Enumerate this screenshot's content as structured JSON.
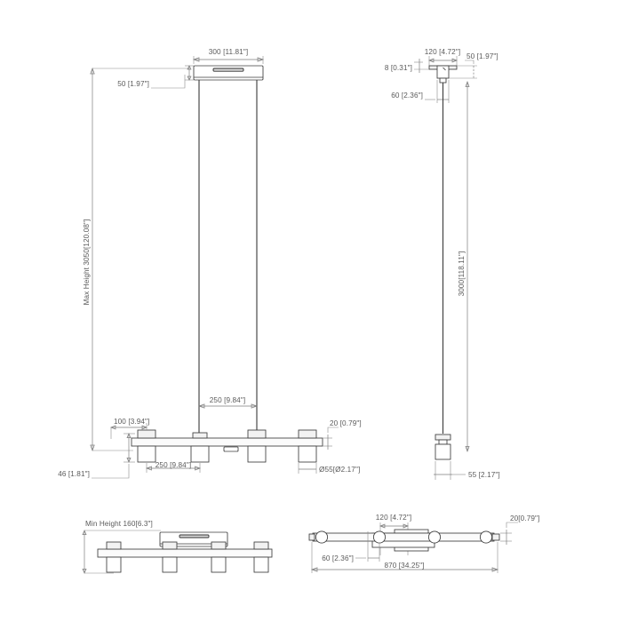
{
  "document": {
    "type": "technical-specification-drawing",
    "subject": "Linear suspension pendant light fixture",
    "background_color": "#ffffff",
    "line_color": "#3c3c3c",
    "dimension_color": "#5a5a5a",
    "views": [
      {
        "id": "front-elevation-max",
        "label": ""
      },
      {
        "id": "side-elevation-max",
        "label": ""
      },
      {
        "id": "front-elevation-min",
        "label": ""
      },
      {
        "id": "plan-view",
        "label": ""
      }
    ]
  },
  "dimensions": {
    "front_elevation": {
      "canopy_width": "300 [11.81\"]",
      "canopy_height": "50 [1.97\"]",
      "max_height": "Max Height 3050[120.08\"]",
      "rod_spacing": "250 [9.84\"]",
      "lamp_spacing": "250 [9.84\"]",
      "end_offset": "100 [3.94\"]",
      "bar_height": "46 [1.81\"]",
      "bar_thickness": "20 [0.79\"]",
      "lamp_diameter": "Ø55[Ø2.17\"]"
    },
    "side_elevation": {
      "canopy_depth": "120 [4.72\"]",
      "canopy_plate_thickness": "8 [0.31\"]",
      "canopy_total_height": "50 [1.97\"]",
      "mount_box": "60 [2.36\"]",
      "suspension_length": "3000[118.11\"]",
      "fixture_depth": "55 [2.17\"]"
    },
    "min_height_elevation": {
      "min_height": "Min Height 160[6.3\"]"
    },
    "plan_view": {
      "center_width": "120 [4.72\"]",
      "bar_width": "60 [2.36\"]",
      "overall_length": "870 [34.25\"]",
      "end_cap": "20[0.79\"]"
    }
  }
}
